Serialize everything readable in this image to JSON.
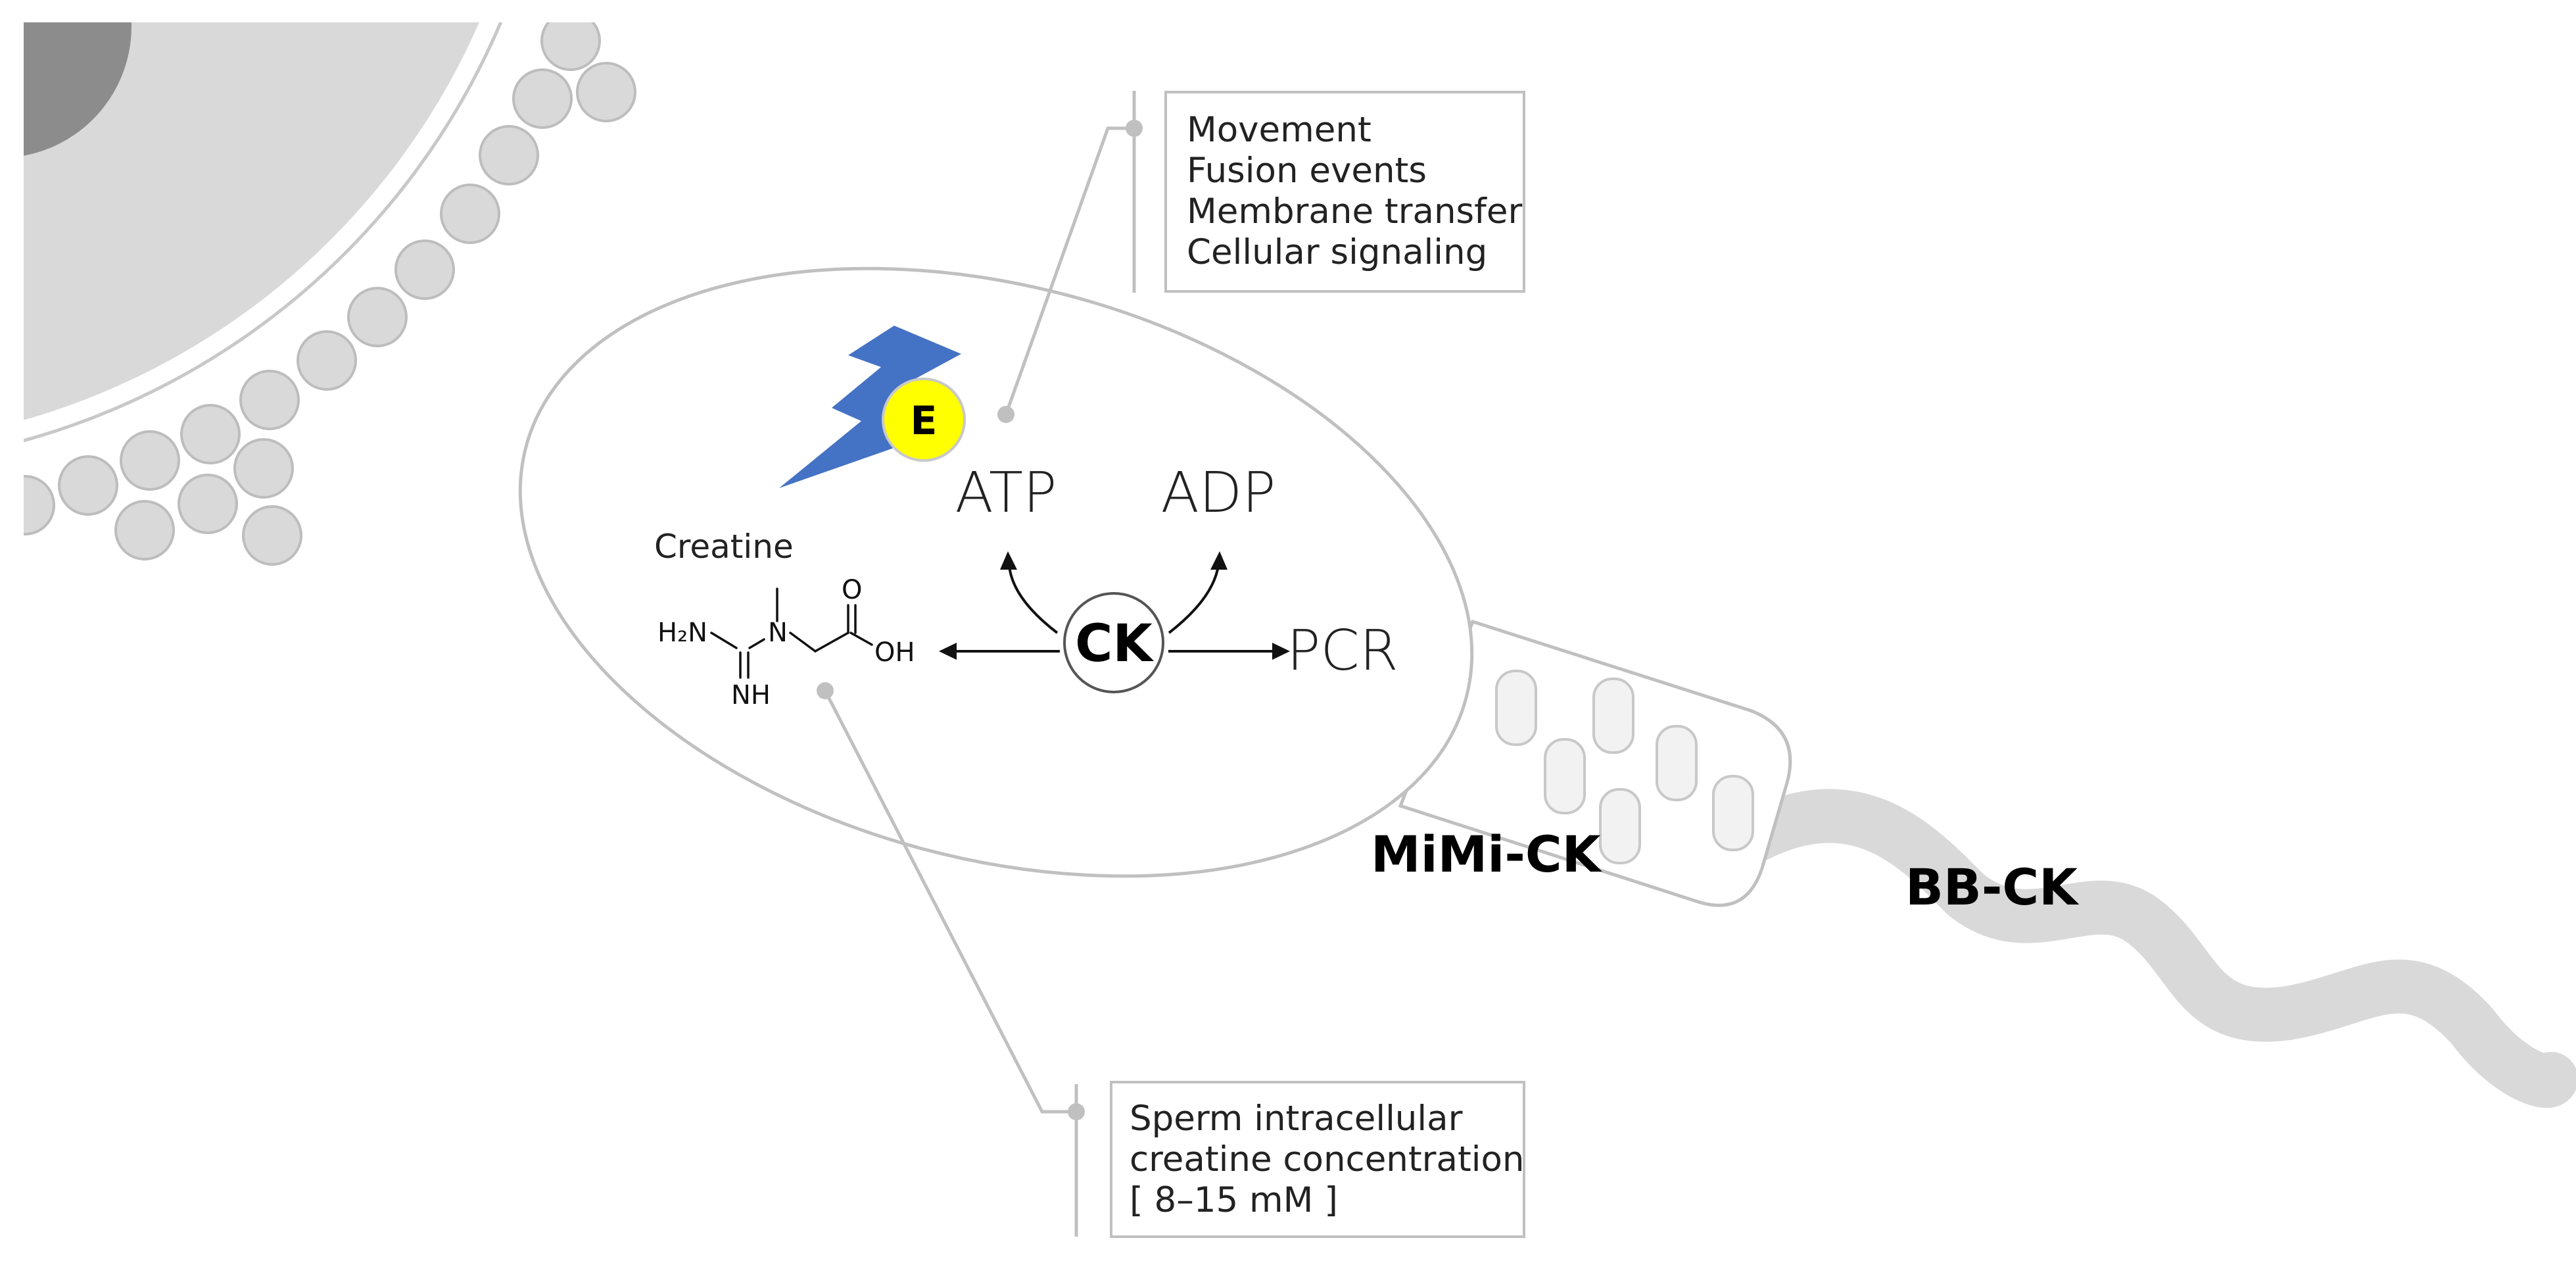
{
  "colors": {
    "cell_fill": "#d9d9d9",
    "cell_dark": "#8c8c8c",
    "outline": "#c0c0c0",
    "bolt": "#4472c4",
    "energy": "#ffff00",
    "text": "#222222"
  },
  "callouts": {
    "functions": [
      "Movement",
      "Fusion events",
      "Membrane transfer",
      "Cellular signaling"
    ],
    "concentration": [
      "Sperm intracellular",
      "creatine concentration",
      "[ 8–15 mM ]"
    ]
  },
  "energy_label": "E",
  "reaction": {
    "atp": "ATP",
    "adp": "ADP",
    "pcr": "PCR",
    "enzyme": "CK"
  },
  "molecule": {
    "name": "Creatine",
    "h2n": "H₂N",
    "n": "N",
    "nh": "NH",
    "o": "O",
    "oh": "OH"
  },
  "isoforms": {
    "midpiece": "MiMi-CK",
    "tail": "BB-CK"
  }
}
